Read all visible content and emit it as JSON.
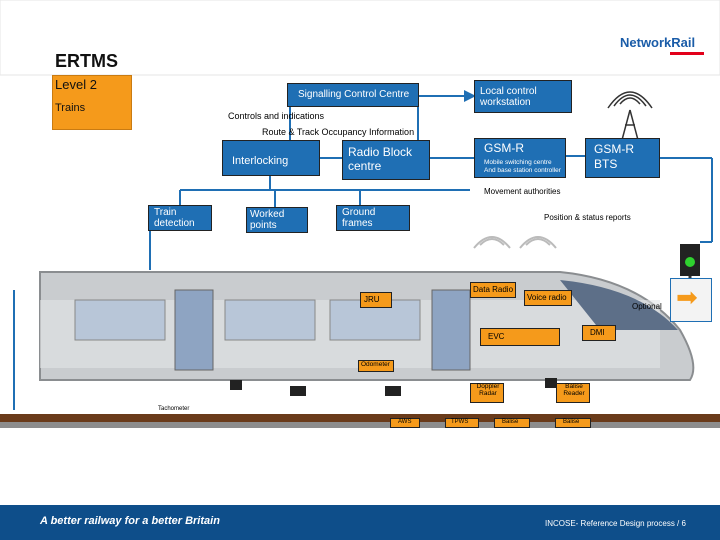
{
  "header": {
    "title": "ERTMS",
    "subtitle": "Level 2",
    "trains": "Trains",
    "logo": "NetworkRail"
  },
  "nodes": {
    "signalling_control_centre": "Signalling Control Centre",
    "local_control_workstation": "Local control workstation",
    "controls_indications": "Controls and indications",
    "route_occupancy": "Route & Track Occupancy Information",
    "interlocking": "Interlocking",
    "radio_block_centre": "Radio Block centre",
    "gsmr": "GSM-R",
    "gsmr_detail": "Mobile switching centre And base station controller",
    "gsmr_bts": "GSM-R BTS",
    "movement_authorities": "Movement authorities",
    "train_detection": "Train detection",
    "worked_points": "Worked points",
    "ground_frames": "Ground frames",
    "position_status": "Position & status reports",
    "data_radio": "Data Radio",
    "voice_radio": "Voice radio",
    "jru": "JRU",
    "optional": "Optional",
    "evc": "EVC",
    "dmi": "DMI",
    "odometer": "Odometer",
    "doppler_radar": "Doppler Radar",
    "balise_reader": "Balise Reader",
    "tachometer": "Tachometer",
    "aws": "AWS",
    "tpws": "TPWS",
    "balise1": "Balise",
    "balise2": "Balise"
  },
  "footer": {
    "slogan": "A better railway for a better Britain",
    "page": "INCOSE- Reference Design process / 6"
  },
  "colors": {
    "blue": "#1f6fb4",
    "orange": "#f59a1b",
    "footer": "#0e4e8a"
  }
}
